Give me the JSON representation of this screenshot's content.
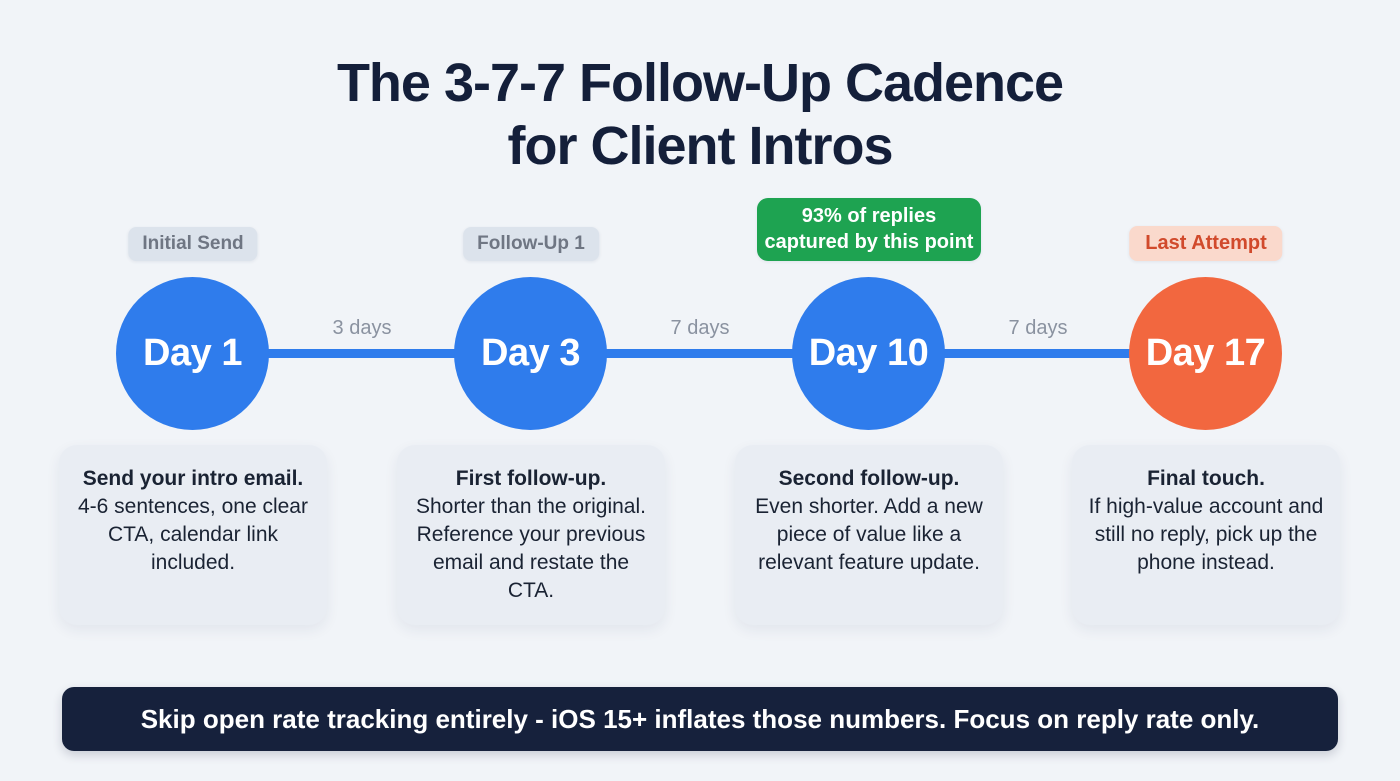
{
  "title": {
    "line1": "The 3-7-7 Follow-Up Cadence",
    "line2": "for Client Intros"
  },
  "timeline": {
    "steps": [
      {
        "badge": "Initial Send",
        "badge_style": "gray",
        "day": "Day 1",
        "circle_color": "blue",
        "card_title": "Send your intro email.",
        "card_body": "4-6 sentences, one clear CTA, calendar link included."
      },
      {
        "badge": "Follow-Up 1",
        "badge_style": "gray",
        "day": "Day 3",
        "circle_color": "blue",
        "card_title": "First follow-up.",
        "card_body": "Shorter than the original. Reference your previous email and restate the CTA."
      },
      {
        "badge": "93% of replies captured by this point",
        "badge_style": "green",
        "day": "Day 10",
        "circle_color": "blue",
        "card_title": "Second follow-up.",
        "card_body": "Even shorter. Add a new piece of value like a relevant feature update."
      },
      {
        "badge": "Last Attempt",
        "badge_style": "red",
        "day": "Day 17",
        "circle_color": "orange",
        "card_title": "Final touch.",
        "card_body": "If high-value account and still no reply, pick up the phone instead."
      }
    ],
    "connectors": [
      {
        "label": "3 days"
      },
      {
        "label": "7 days"
      },
      {
        "label": "7 days"
      }
    ]
  },
  "footer": {
    "text": "Skip open rate tracking entirely - iOS 15+ inflates those numbers. Focus on reply rate only."
  },
  "colors": {
    "background": "#F1F4F8",
    "title_text": "#141F3A",
    "node_blue": "#2F7CEC",
    "node_orange": "#F2673F",
    "badge_green_bg": "#1EA351",
    "badge_gray_bg": "#DCE3EC",
    "badge_gray_text": "#6F7683",
    "badge_red_bg": "#FAD9CC",
    "badge_red_text": "#D14A2C",
    "card_bg": "#E9EDF3",
    "card_text": "#1A2333",
    "connector_line": "#2F7CEC",
    "connector_label_text": "#8A92A0",
    "footer_bg": "#16213C",
    "footer_text": "#FFFFFF"
  }
}
